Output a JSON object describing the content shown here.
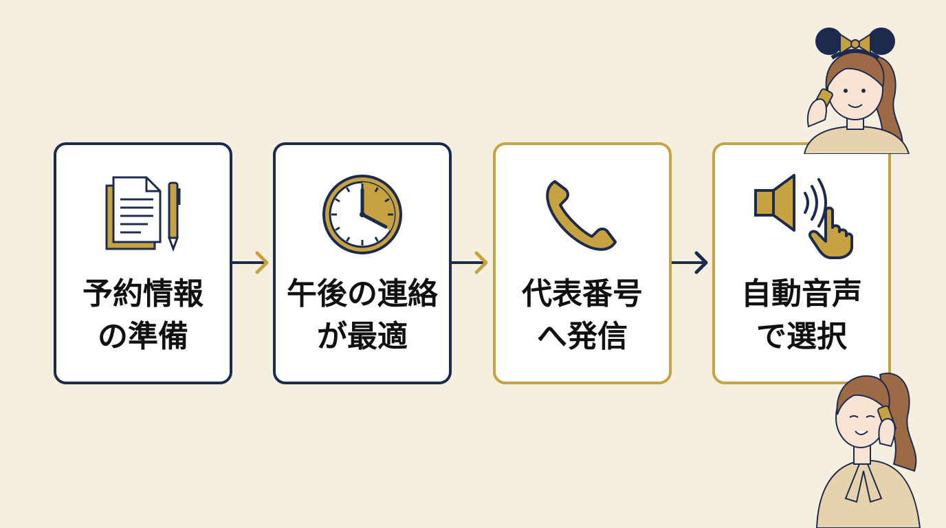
{
  "colors": {
    "background": "#f5efe0",
    "navy": "#1c2a4d",
    "gold": "#c6a240",
    "card": "#ffffff"
  },
  "steps": [
    {
      "line1": "予約情報",
      "line2": "の準備",
      "icon": "document-pen-icon",
      "border": "navy"
    },
    {
      "line1": "午後の連絡",
      "line2": "が最適",
      "icon": "clock-icon",
      "border": "navy"
    },
    {
      "line1": "代表番号",
      "line2": "へ発信",
      "icon": "phone-handset-icon",
      "border": "gold"
    },
    {
      "line1": "自動音声",
      "line2": "で選択",
      "icon": "speaker-tap-icon",
      "border": "gold"
    }
  ],
  "arrows": [
    {
      "color": "gold"
    },
    {
      "color": "gold"
    },
    {
      "color": "navy"
    }
  ],
  "illustrations": [
    "woman-on-phone-with-mouse-ears-illustration",
    "woman-on-phone-illustration"
  ]
}
